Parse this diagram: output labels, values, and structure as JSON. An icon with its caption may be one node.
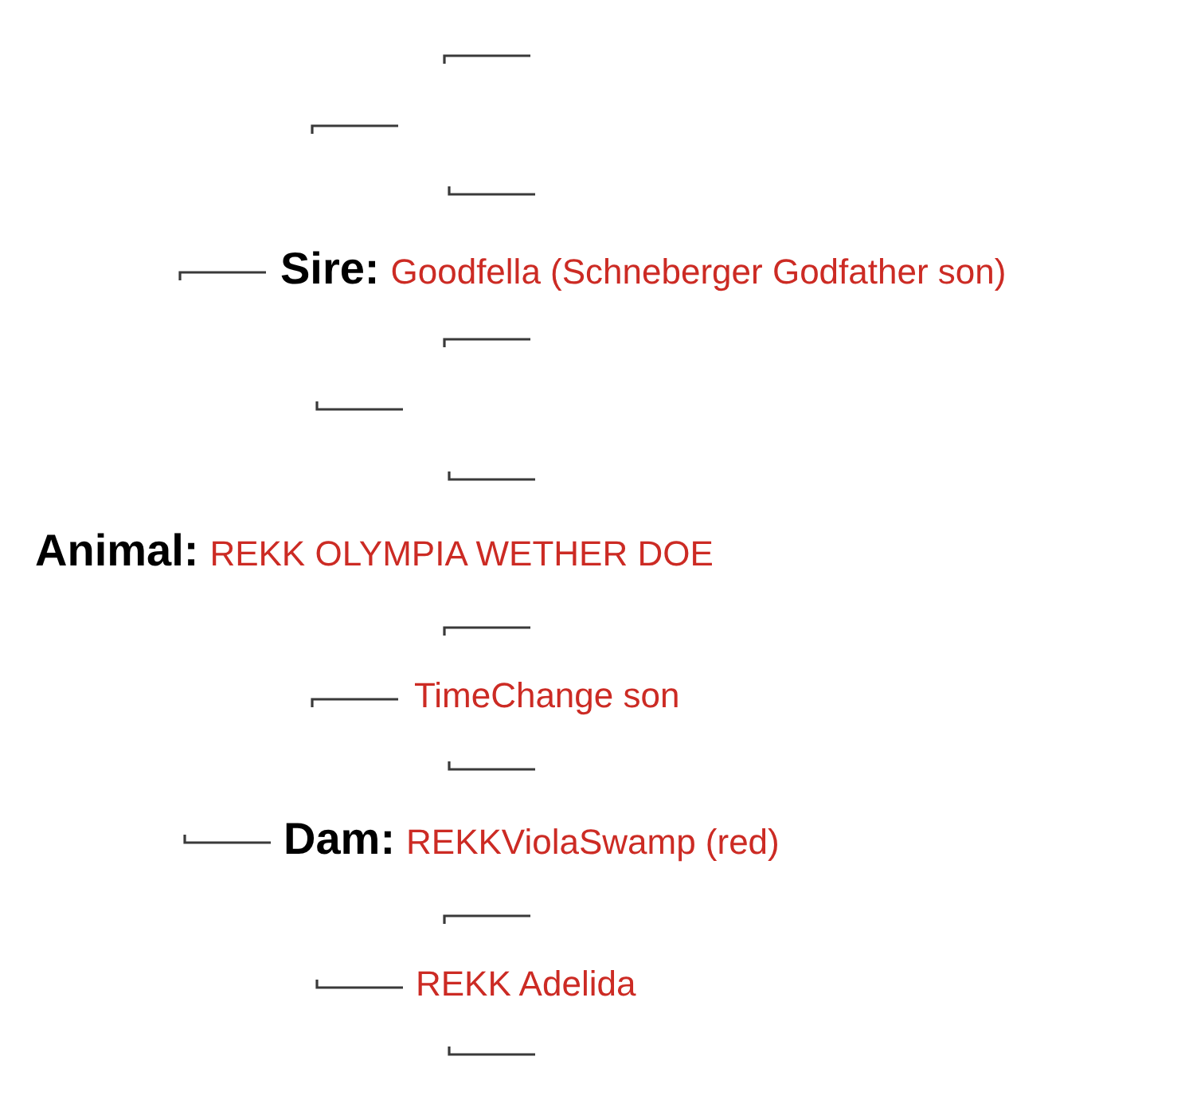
{
  "diagram": {
    "nodes": [
      {
        "text": [
          "Sire:",
          "Goodfella (Schneberger Godfather son)"
        ]
      },
      {
        "text": [
          "Animal:",
          "REKK OLYMPIA WETHER DOE"
        ]
      },
      {
        "text": [
          "TimeChange son"
        ]
      },
      {
        "text": [
          "Dam:",
          "REKKViolaSwamp (red)"
        ]
      },
      {
        "text": [
          "REKK Adelida"
        ]
      }
    ]
  }
}
